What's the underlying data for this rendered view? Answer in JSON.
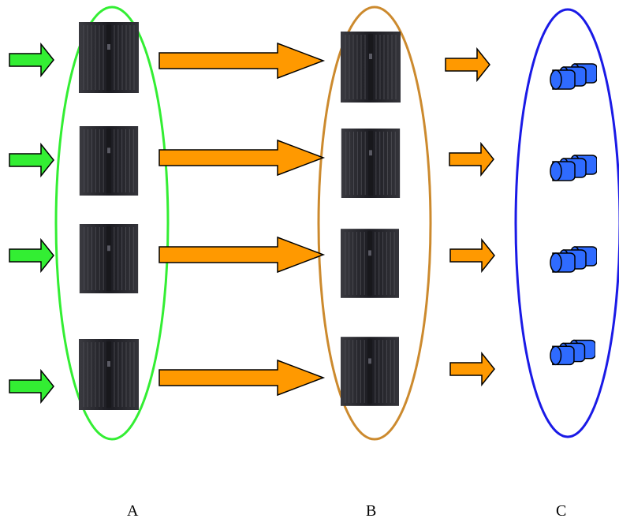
{
  "diagram": {
    "groups": [
      {
        "id": "A",
        "label": "A",
        "outline_color": "#33ee33",
        "servers": 4
      },
      {
        "id": "B",
        "label": "B",
        "outline_color": "#cc8a2e",
        "servers": 4
      },
      {
        "id": "C",
        "label": "C",
        "outline_color": "#1a1ae6",
        "disk_stacks": 4
      }
    ],
    "colors": {
      "input_arrow": "#33ee33",
      "flow_arrow": "#ff9900",
      "server_body": "#2a2a30",
      "disk": "#2f6bff",
      "stroke": "#000000"
    },
    "icons": {
      "input_arrow": "green-arrow-icon",
      "server": "server-cabinet-icon",
      "flow_arrow": "orange-arrow-icon",
      "disk": "disk-stack-icon"
    }
  }
}
